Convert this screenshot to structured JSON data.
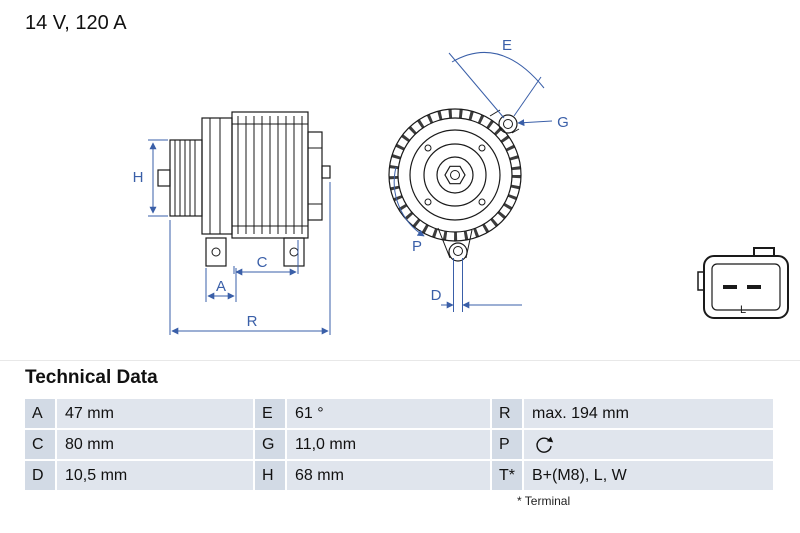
{
  "header": {
    "title": "14 V, 120 A"
  },
  "drawing": {
    "labels": {
      "H": "H",
      "A": "A",
      "C": "C",
      "R": "R",
      "E": "E",
      "G": "G",
      "P": "P",
      "D": "D",
      "connector_pin": "L"
    },
    "colors": {
      "dimension_blue": "#3A5FA8",
      "line_black": "#1a1a1a"
    }
  },
  "table": {
    "heading": "Technical Data",
    "rows": [
      [
        {
          "k": "A",
          "v": "47 mm"
        },
        {
          "k": "E",
          "v": "61 °"
        },
        {
          "k": "R",
          "v": "max. 194 mm"
        }
      ],
      [
        {
          "k": "C",
          "v": "80 mm"
        },
        {
          "k": "G",
          "v": "11,0 mm"
        },
        {
          "k": "P",
          "v": ""
        }
      ],
      [
        {
          "k": "D",
          "v": "10,5 mm"
        },
        {
          "k": "H",
          "v": "68 mm"
        },
        {
          "k": "T*",
          "v": "B+(M8), L, W"
        }
      ]
    ],
    "p_icon": "rotation-clockwise",
    "footnote": "* Terminal",
    "colors": {
      "row_bg": "#e0e5ed",
      "key_bg": "#d2dae5"
    }
  }
}
